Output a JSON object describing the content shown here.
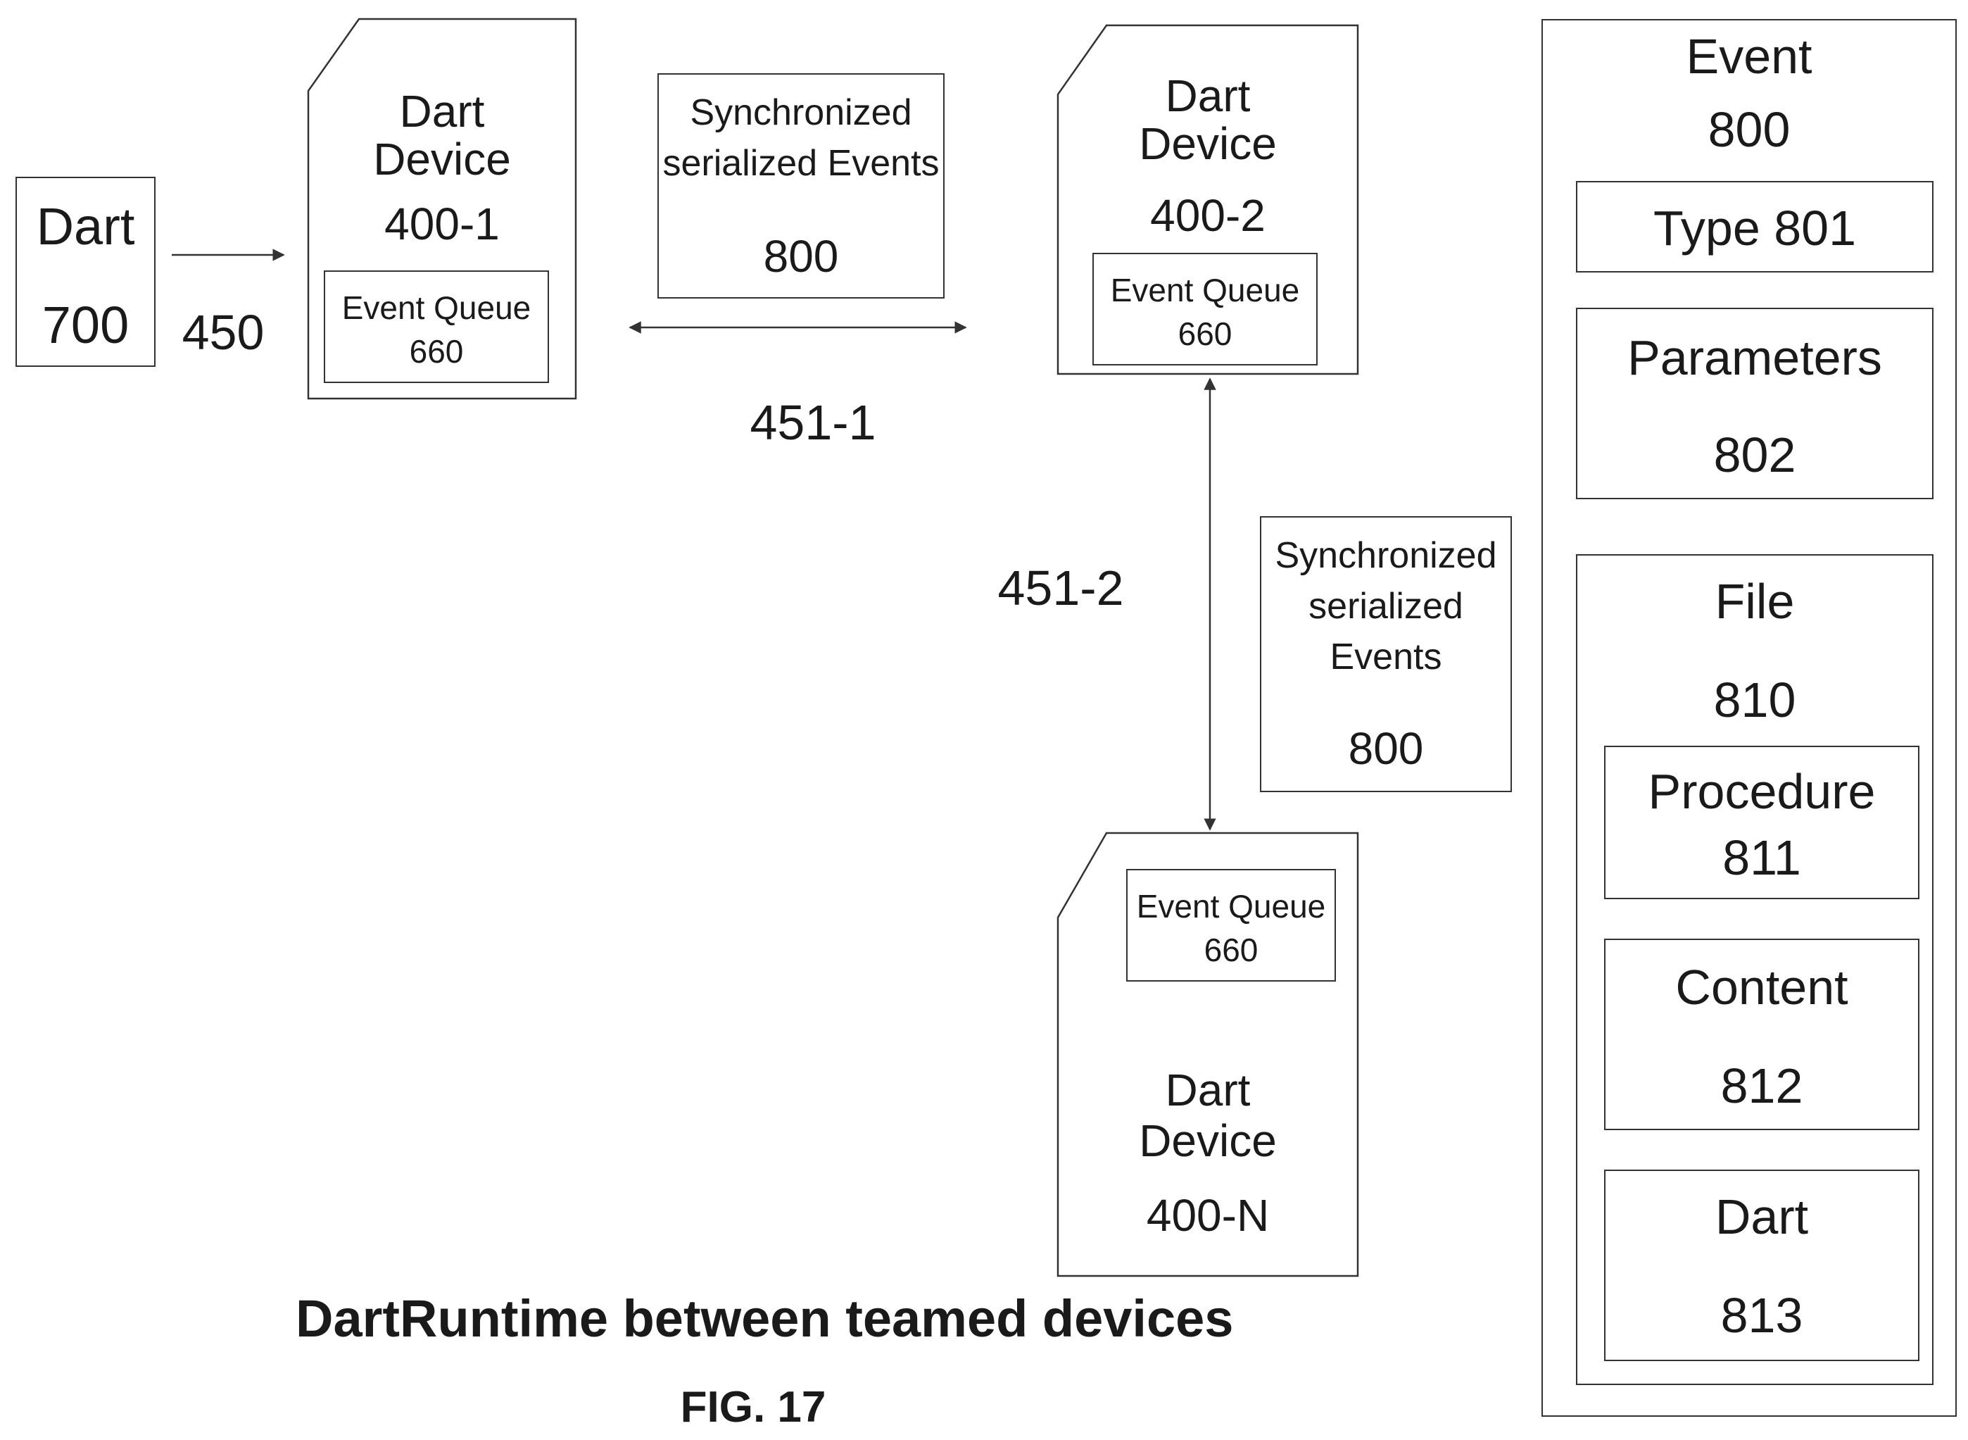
{
  "dart_source": {
    "name": "Dart",
    "number": "700"
  },
  "link_450": "450",
  "device_1": {
    "title_line1": "Dart",
    "title_line2": "Device",
    "number": "400-1",
    "queue": {
      "label": "Event Queue",
      "number": "660"
    }
  },
  "sync_top": {
    "line1": "Synchronized",
    "line2": "serialized Events",
    "number": "800"
  },
  "link_451_1": "451-1",
  "device_2": {
    "title_line1": "Dart",
    "title_line2": "Device",
    "number": "400-2",
    "queue": {
      "label": "Event Queue",
      "number": "660"
    }
  },
  "link_451_2": "451-2",
  "sync_right": {
    "line1": "Synchronized",
    "line2": "serialized",
    "line3": "Events",
    "number": "800"
  },
  "device_n": {
    "title_line1": "Dart",
    "title_line2": "Device",
    "number": "400-N",
    "queue": {
      "label": "Event Queue",
      "number": "660"
    }
  },
  "event_panel": {
    "title": "Event",
    "number": "800",
    "type": "Type 801",
    "parameters": {
      "label": "Parameters",
      "number": "802"
    },
    "file": {
      "label": "File",
      "number": "810",
      "procedure": {
        "label": "Procedure",
        "number": "811"
      },
      "content": {
        "label": "Content",
        "number": "812"
      },
      "dart": {
        "label": "Dart",
        "number": "813"
      }
    }
  },
  "caption": "DartRuntime between teamed devices",
  "figure_label": "FIG. 17"
}
